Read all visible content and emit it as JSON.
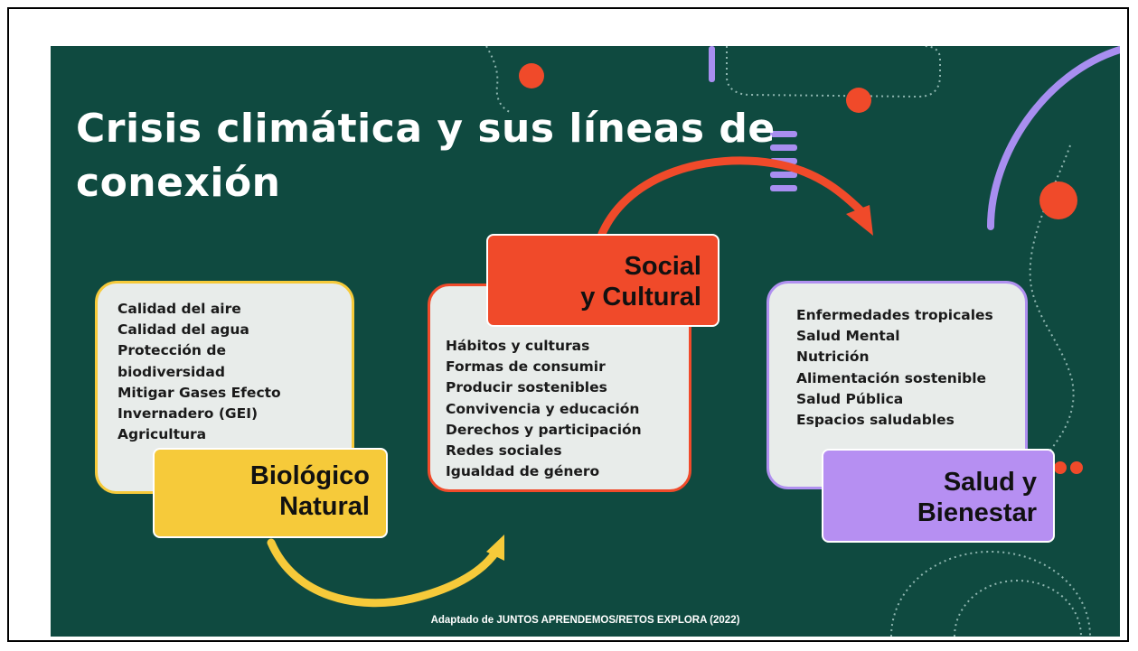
{
  "title": "Crisis climática y sus líneas de conexión",
  "caption": "Adaptado  de JUNTOS APRENDEMOS/RETOS EXPLORA (2022)",
  "colors": {
    "background": "#0f4a40",
    "biologico": "#f6ca3a",
    "social": "#f04a2a",
    "salud": "#b68ff2",
    "box_fill": "#e8ecea"
  },
  "biologico": {
    "label_line1": "Biológico",
    "label_line2": "Natural",
    "items": [
      "Calidad del aire",
      "Calidad del agua",
      "Protección de",
      "biodiversidad",
      "Mitigar Gases Efecto",
      "Invernadero (GEI)",
      "Agricultura"
    ]
  },
  "social": {
    "label_line1": "Social",
    "label_line2": "y Cultural",
    "items": [
      "Hábitos y culturas",
      "Formas de consumir",
      "Producir sostenibles",
      "Convivencia y educación",
      "Derechos y participación",
      "Redes sociales",
      "Igualdad de género"
    ]
  },
  "salud": {
    "label_line1": "Salud y",
    "label_line2": "Bienestar",
    "items": [
      "Enfermedades tropicales",
      "Salud Mental",
      "Nutrición",
      "Alimentación sostenible",
      "Salud Pública",
      "Espacios saludables"
    ]
  }
}
